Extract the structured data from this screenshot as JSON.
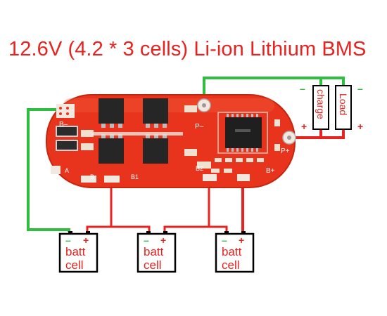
{
  "title": "12.6V (4.2 * 3 cells) Li-ion Lithium BMS",
  "board_labels": {
    "b_minus": "B–",
    "p_minus": "P–",
    "p_plus": "P+",
    "b_plus": "B+",
    "b1": "B1",
    "b2": "B2",
    "b": "B",
    "a": "A"
  },
  "output_labels": {
    "charge": "charge",
    "load": "Load",
    "minus": "–",
    "plus": "+"
  },
  "cells": [
    {
      "line1": "batt",
      "line2": "cell",
      "minus": "–",
      "plus": "+"
    },
    {
      "line1": "batt",
      "line2": "cell",
      "minus": "–",
      "plus": "+"
    },
    {
      "line1": "batt",
      "line2": "cell",
      "minus": "–",
      "plus": "+"
    }
  ],
  "colors": {
    "title": "#e8231f",
    "board": "#e8341c",
    "board_edge": "#c4260e",
    "positive_wire": "#e8231f",
    "negative_wire": "#2fbe3f",
    "battery_outline": "#000000"
  }
}
